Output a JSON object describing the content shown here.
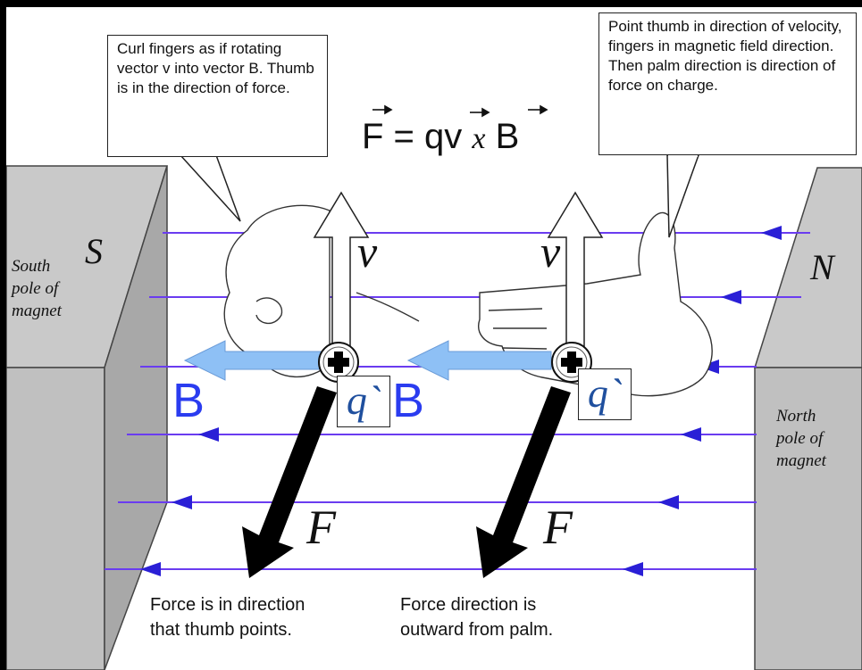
{
  "formula": {
    "prefix": "F = qv",
    "cross": "x",
    "suffix": "B"
  },
  "callouts": {
    "left": "Curl fingers as if rotating vector v into vector B. Thumb is in the direction of force.",
    "right": "Point thumb in direction of velocity, fingers in magnetic field direction. Then palm direction is direction of force on charge."
  },
  "magnets": {
    "south": {
      "letter": "S",
      "label_line1": "South",
      "label_line2": "pole of",
      "label_line3": "magnet"
    },
    "north": {
      "letter": "N",
      "label_line1": "North",
      "label_line2": "pole of",
      "label_line3": "magnet"
    }
  },
  "vectors": {
    "velocity": "v",
    "field": "B",
    "force": "F",
    "charge": "q`"
  },
  "captions": {
    "left_line1": "Force is in direction",
    "left_line2": "that thumb points.",
    "right_line1": "Force direction is",
    "right_line2": "outward from palm."
  },
  "colors": {
    "field_lines": "#6a3cf0",
    "field_arrow": "#8ec0f5",
    "force_arrow": "#000000",
    "magnet_face": "#c8c8c8",
    "charge_label": "#1f4f9e"
  }
}
